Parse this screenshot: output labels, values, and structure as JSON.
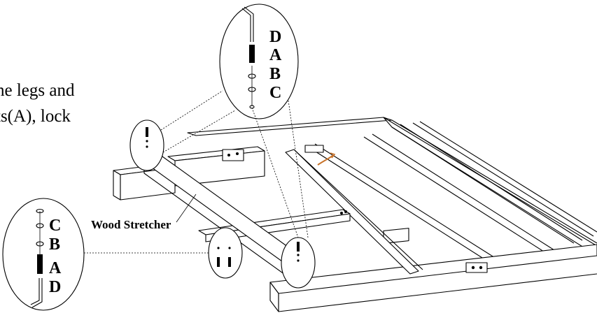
{
  "instructions": {
    "line1": "he legs and",
    "line2": "ts(A), lock"
  },
  "callout_label": "Wood Stretcher",
  "top_detail": {
    "letters": [
      "D",
      "A",
      "B",
      "C"
    ]
  },
  "left_detail": {
    "letters": [
      "C",
      "B",
      "A",
      "D"
    ]
  },
  "colors": {
    "line": "#000000",
    "background": "#ffffff",
    "accent": "#c8732a"
  }
}
